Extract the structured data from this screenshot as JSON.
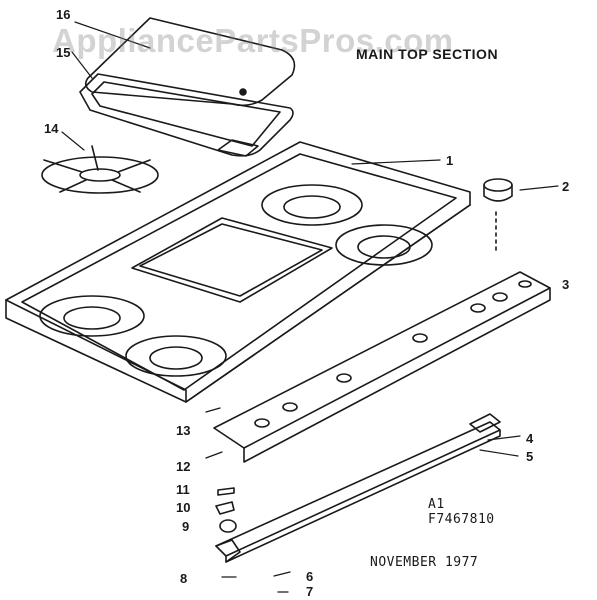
{
  "watermark": "AppliancePartsPros.com",
  "title": "MAIN TOP SECTION",
  "callouts": [
    "1",
    "2",
    "3",
    "4",
    "5",
    "6",
    "7",
    "8",
    "9",
    "10",
    "11",
    "12",
    "13",
    "14",
    "15",
    "16"
  ],
  "model_code": "A1",
  "part_number": "F7467810",
  "date": "NOVEMBER 1977"
}
